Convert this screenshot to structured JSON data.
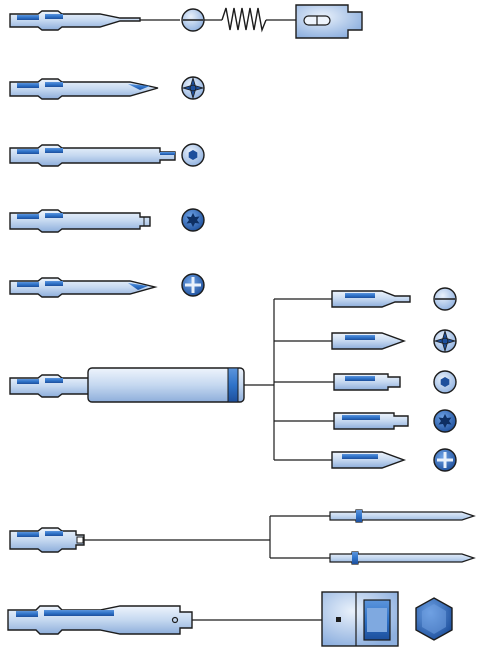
{
  "title": "",
  "colors": {
    "outline": "#1c1c1c",
    "metal_light": "#dbe8f7",
    "metal_mid": "#a9c3e6",
    "accent_blue": "#2f73c9",
    "accent_dark": "#1d4f9c",
    "line": "#1c1c1c",
    "background": "#ffffff"
  },
  "rows": [
    {
      "id": "slotted-bit",
      "bit_tip": "flat",
      "symbol": "slot-head"
    },
    {
      "id": "pozidriv-bit",
      "bit_tip": "pozidriv",
      "symbol": "pozidriv-head"
    },
    {
      "id": "hex-bit",
      "bit_tip": "hex",
      "symbol": "hex-socket-head"
    },
    {
      "id": "torx-bit",
      "bit_tip": "torx",
      "symbol": "torx-head"
    },
    {
      "id": "phillips-bit",
      "bit_tip": "phillips",
      "symbol": "phillips-head"
    },
    {
      "id": "bit-holder",
      "bit_tip": "holder",
      "symbol": "insert-bits"
    },
    {
      "id": "socket-adapter",
      "bit_tip": "adapter",
      "symbol": "needle-bits"
    },
    {
      "id": "square-drive-adapter",
      "bit_tip": "square-drive",
      "symbol": "socket-hex-nut"
    }
  ],
  "insert_bits": [
    "slot",
    "pozidriv",
    "hex",
    "torx",
    "phillips"
  ]
}
